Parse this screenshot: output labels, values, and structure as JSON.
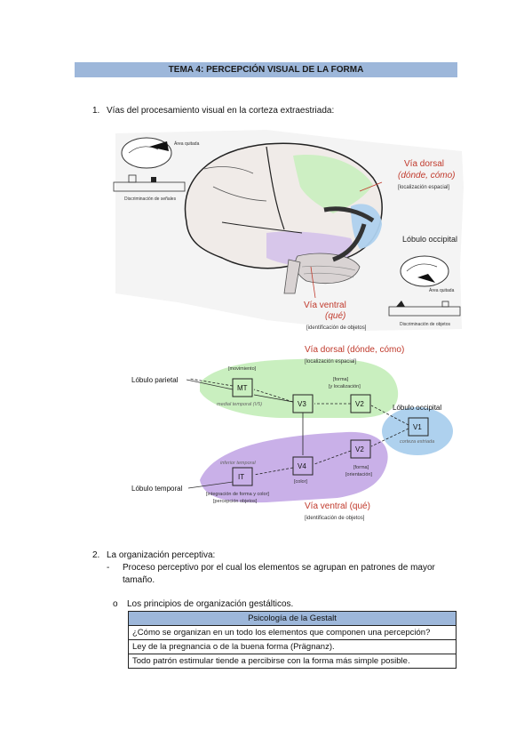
{
  "title": "TEMA 4: PERCEPCIÓN VISUAL DE LA FORMA",
  "section1": {
    "num": "1.",
    "text": "Vías del procesamiento visual en la corteza extraestriada:"
  },
  "brain_figure": {
    "area_quitada_1": "Área quitada",
    "discriminacion_senales": "Discriminación de señales",
    "via_dorsal_title": "Vía dorsal",
    "via_dorsal_sub": "(dónde, cómo)",
    "localizacion_espacial": "[localización espacial]",
    "lobulo_occipital": "Lóbulo occipital",
    "area_quitada_2": "Área quitada",
    "discriminacion_objetos": "Discriminación de objetos",
    "via_ventral_title": "Vía ventral",
    "via_ventral_sub": "(qué)",
    "identificacion_objetos": "[identificación de objetos]"
  },
  "diagram": {
    "dorsal_title": "Vía dorsal (dónde, cómo)",
    "dorsal_sub": "[localización espacial]",
    "lobulo_parietal": "Lóbulo parietal",
    "movimiento": "[movimiento]",
    "forma_localizacion": "[forma]",
    "forma_localizacion_2": "[y localización]",
    "mt": "MT",
    "medial_temporal": "medial temporal (V5)",
    "v3": "V3",
    "v2_top": "V2",
    "lobulo_occipital": "Lóbulo occipital",
    "v1": "V1",
    "corteza_estriada": "corteza estriada",
    "v2_bottom": "V2",
    "forma_orientacion": "[forma]",
    "forma_orientacion_2": "[orientación]",
    "inferior_temporal": "inferior temporal",
    "v4": "V4",
    "color": "[color]",
    "it": "IT",
    "lobulo_temporal": "Lóbulo temporal",
    "integracion": "[integración de forma y color]",
    "percepcion_objetos": "[percepción objetos]",
    "ventral_title": "Vía ventral (qué)",
    "ventral_sub": "[identificación de objetos]"
  },
  "section2": {
    "num": "2.",
    "text": "La organización perceptiva:",
    "bullet_dash": "-",
    "bullet_text_1": "Proceso perceptivo por el cual los elementos se agrupan en patrones de mayor",
    "bullet_text_2": "tamaño.",
    "sub_bullet": "o",
    "sub_text": "Los principios de organización gestálticos."
  },
  "gestalt_table": {
    "header": "Psicología de la Gestalt",
    "rows": [
      "¿Cómo se organizan en un todo los elementos que componen una percepción?",
      "Ley de la pregnancia o de la buena forma (Prägnanz).",
      "Todo patrón estimular tiende a percibirse con la forma más simple posible."
    ]
  },
  "colors": {
    "title_bar": "#9db7da",
    "dorsal_red": "#c0392b",
    "green_region": "#c9efbf",
    "purple_region": "#c9b0e8",
    "blue_region": "#aed1ee"
  }
}
